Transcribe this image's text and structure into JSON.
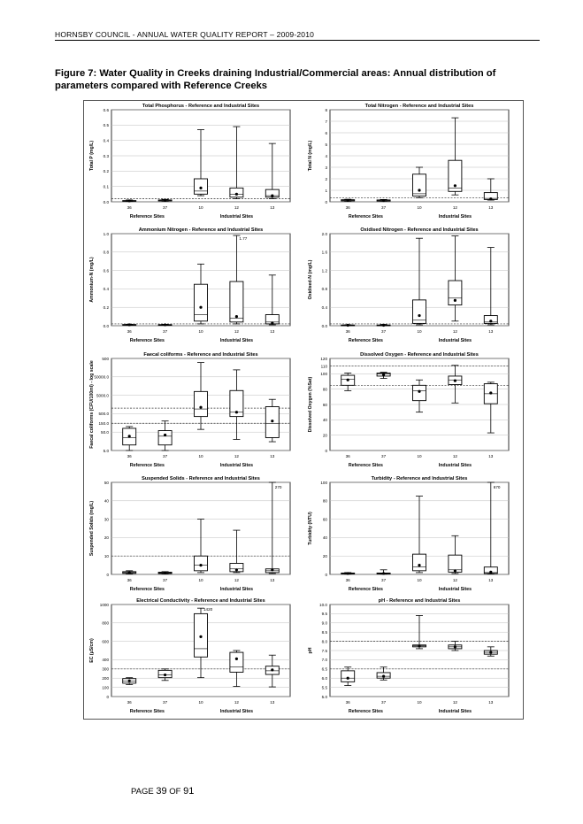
{
  "header": "HORNSBY COUNCIL - ANNUAL WATER QUALITY REPORT – 2009-2010",
  "figure_title": "Figure 7:    Water Quality in Creeks draining Industrial/Commercial areas: Annual distribution of parameters compared with Reference Creeks",
  "footer": {
    "page_word": "PAGE",
    "page_num": "39",
    "of_word": "OF",
    "total": "91"
  },
  "group_labels": {
    "reference": "Reference Sites",
    "industrial": "Industrial Sites"
  },
  "chart_data": [
    {
      "type": "box",
      "title": "Total Phosphorus - Reference and Industrial Sites",
      "ylabel": "Total P (mg/L)",
      "yticks": [
        "0.0",
        "0.1",
        "0.2",
        "0.3",
        "0.4",
        "0.5",
        "0.6"
      ],
      "ylim": [
        0,
        0.6
      ],
      "guidelines": [
        0.02
      ],
      "categories": [
        "36",
        "37",
        "10",
        "12",
        "13"
      ],
      "boxes": [
        {
          "min": 0.002,
          "q1": 0.004,
          "median": 0.006,
          "q3": 0.008,
          "max": 0.012,
          "mean": 0.006
        },
        {
          "min": 0.004,
          "q1": 0.006,
          "median": 0.008,
          "q3": 0.012,
          "max": 0.016,
          "mean": 0.009
        },
        {
          "min": 0.04,
          "q1": 0.05,
          "median": 0.07,
          "q3": 0.15,
          "max": 0.47,
          "mean": 0.09
        },
        {
          "min": 0.02,
          "q1": 0.03,
          "median": 0.05,
          "q3": 0.09,
          "max": 0.49,
          "mean": 0.05
        },
        {
          "min": 0.02,
          "q1": 0.03,
          "median": 0.04,
          "q3": 0.08,
          "max": 0.38,
          "mean": 0.04
        }
      ]
    },
    {
      "type": "box",
      "title": "Total Nitrogen - Reference and Industrial Sites",
      "ylabel": "Total N (mg/L)",
      "yticks": [
        "0",
        "1",
        "2",
        "3",
        "4",
        "5",
        "6",
        "7",
        "8"
      ],
      "ylim": [
        0,
        8
      ],
      "guidelines": [
        0.35
      ],
      "categories": [
        "36",
        "37",
        "10",
        "12",
        "13"
      ],
      "boxes": [
        {
          "min": 0.05,
          "q1": 0.08,
          "median": 0.12,
          "q3": 0.18,
          "max": 0.22,
          "mean": 0.12
        },
        {
          "min": 0.05,
          "q1": 0.07,
          "median": 0.1,
          "q3": 0.16,
          "max": 0.2,
          "mean": 0.11
        },
        {
          "min": 0.35,
          "q1": 0.5,
          "median": 0.7,
          "q3": 2.4,
          "max": 3.0,
          "mean": 1.0
        },
        {
          "min": 0.6,
          "q1": 0.9,
          "median": 1.2,
          "q3": 3.6,
          "max": 7.3,
          "mean": 1.4
        },
        {
          "min": 0.15,
          "q1": 0.2,
          "median": 0.3,
          "q3": 0.8,
          "max": 2.0,
          "mean": 0.25
        }
      ]
    },
    {
      "type": "box",
      "title": "Ammonium Nitrogen - Reference and Industrial Sites",
      "ylabel": "Ammonium-N (mg/L)",
      "yticks": [
        "0.0",
        "0.2",
        "0.4",
        "0.6",
        "0.8",
        "1.0"
      ],
      "ylim": [
        0,
        1.0
      ],
      "guidelines": [
        0.02
      ],
      "annotations": [
        {
          "category": "12",
          "text": "1.77"
        }
      ],
      "categories": [
        "36",
        "37",
        "10",
        "12",
        "13"
      ],
      "boxes": [
        {
          "min": 0.005,
          "q1": 0.007,
          "median": 0.01,
          "q3": 0.013,
          "max": 0.016,
          "mean": 0.01
        },
        {
          "min": 0.005,
          "q1": 0.007,
          "median": 0.01,
          "q3": 0.012,
          "max": 0.015,
          "mean": 0.01
        },
        {
          "min": 0.02,
          "q1": 0.05,
          "median": 0.12,
          "q3": 0.45,
          "max": 0.67,
          "mean": 0.2
        },
        {
          "min": 0.02,
          "q1": 0.04,
          "median": 0.08,
          "q3": 0.48,
          "max": 0.98,
          "mean": 0.1
        },
        {
          "min": 0.01,
          "q1": 0.02,
          "median": 0.04,
          "q3": 0.12,
          "max": 0.55,
          "mean": 0.03
        }
      ]
    },
    {
      "type": "box",
      "title": "Oxidised Nitrogen - Reference and Industrial Sites",
      "ylabel": "Oxidised-N (mg/L)",
      "yticks": [
        "0.0",
        "0.4",
        "0.8",
        "1.2",
        "1.6",
        "2.0"
      ],
      "ylim": [
        0,
        2.0
      ],
      "guidelines": [
        0.04
      ],
      "categories": [
        "36",
        "37",
        "10",
        "12",
        "13"
      ],
      "boxes": [
        {
          "min": 0.0,
          "q1": 0.005,
          "median": 0.01,
          "q3": 0.015,
          "max": 0.02,
          "mean": 0.01
        },
        {
          "min": 0.0,
          "q1": 0.005,
          "median": 0.01,
          "q3": 0.015,
          "max": 0.03,
          "mean": 0.01
        },
        {
          "min": 0.02,
          "q1": 0.05,
          "median": 0.12,
          "q3": 0.56,
          "max": 1.9,
          "mean": 0.22
        },
        {
          "min": 0.1,
          "q1": 0.45,
          "median": 0.6,
          "q3": 0.98,
          "max": 1.95,
          "mean": 0.55
        },
        {
          "min": 0.02,
          "q1": 0.05,
          "median": 0.08,
          "q3": 0.22,
          "max": 1.7,
          "mean": 0.1
        }
      ]
    },
    {
      "type": "box",
      "title": "Faecal coliforms - Reference and Industrial Sites",
      "ylabel": "Faecal coliforms (CFU/100ml) - log scale",
      "yscale": "log",
      "yticks": [
        "5.0",
        "50.0",
        "150.0",
        "500.0",
        "5000.0",
        "50000.0",
        "500"
      ],
      "ylim": [
        5,
        500000
      ],
      "guidelines": [
        150,
        1000
      ],
      "categories": [
        "36",
        "37",
        "10",
        "12",
        "13"
      ],
      "boxes": [
        {
          "min": 5,
          "q1": 10,
          "median": 25,
          "q3": 80,
          "max": 100,
          "mean": 30
        },
        {
          "min": 5,
          "q1": 10,
          "median": 30,
          "q3": 60,
          "max": 200,
          "mean": 35
        },
        {
          "min": 70,
          "q1": 350,
          "median": 900,
          "q3": 8000,
          "max": 300000,
          "mean": 1100
        },
        {
          "min": 20,
          "q1": 350,
          "median": 600,
          "q3": 9000,
          "max": 120000,
          "mean": 600
        },
        {
          "min": 15,
          "q1": 25,
          "median": 150,
          "q3": 1200,
          "max": 3000,
          "mean": 200
        }
      ]
    },
    {
      "type": "box",
      "title": "Dissolved Oxygen - Reference and Industrial Sites",
      "ylabel": "Dissolved Oxygen (%Sat)",
      "yticks": [
        "0",
        "20",
        "40",
        "60",
        "80",
        "100",
        "110",
        "120"
      ],
      "ylim": [
        0,
        120
      ],
      "guidelines": [
        85,
        110
      ],
      "categories": [
        "36",
        "37",
        "10",
        "12",
        "13"
      ],
      "boxes": [
        {
          "min": 78,
          "q1": 85,
          "median": 93,
          "q3": 98,
          "max": 101,
          "mean": 92
        },
        {
          "min": 94,
          "q1": 97,
          "median": 100,
          "q3": 101,
          "max": 102,
          "mean": 99
        },
        {
          "min": 50,
          "q1": 65,
          "median": 78,
          "q3": 85,
          "max": 92,
          "mean": 77
        },
        {
          "min": 62,
          "q1": 86,
          "median": 92,
          "q3": 97,
          "max": 111,
          "mean": 91
        },
        {
          "min": 23,
          "q1": 61,
          "median": 74,
          "q3": 87,
          "max": 89,
          "mean": 75
        }
      ]
    },
    {
      "type": "box",
      "title": "Suspended Solids - Reference and Industrial Sites",
      "ylabel": "Suspended Solids (mg/L)",
      "yticks": [
        "0",
        "10",
        "20",
        "30",
        "40",
        "50"
      ],
      "ylim": [
        0,
        50
      ],
      "guidelines": [
        10
      ],
      "annotations": [
        {
          "category": "13",
          "text": "270"
        }
      ],
      "categories": [
        "36",
        "37",
        "10",
        "12",
        "13"
      ],
      "boxes": [
        {
          "min": 0.3,
          "q1": 0.6,
          "median": 1.0,
          "q3": 1.5,
          "max": 2.0,
          "mean": 1.0
        },
        {
          "min": 0.3,
          "q1": 0.5,
          "median": 0.8,
          "q3": 1.2,
          "max": 1.5,
          "mean": 0.8
        },
        {
          "min": 1.0,
          "q1": 2.0,
          "median": 5.0,
          "q3": 10.0,
          "max": 30.0,
          "mean": 5.0
        },
        {
          "min": 1.0,
          "q1": 1.5,
          "median": 3.0,
          "q3": 6.0,
          "max": 24.0,
          "mean": 2.5
        },
        {
          "min": 0.5,
          "q1": 1.0,
          "median": 2.0,
          "q3": 3.0,
          "max": 50.0,
          "mean": 2.5
        }
      ]
    },
    {
      "type": "box",
      "title": "Turbidity  - Reference and Industrial Sites",
      "ylabel": "Turbidity (NTU)",
      "yticks": [
        "0",
        "20",
        "40",
        "60",
        "80",
        "100"
      ],
      "ylim": [
        0,
        100
      ],
      "guidelines": [],
      "annotations": [
        {
          "category": "13",
          "text": "670"
        }
      ],
      "categories": [
        "36",
        "37",
        "10",
        "12",
        "13"
      ],
      "boxes": [
        {
          "min": 0.3,
          "q1": 0.6,
          "median": 1.0,
          "q3": 1.5,
          "max": 2.0,
          "mean": 1.0
        },
        {
          "min": 0.3,
          "q1": 0.6,
          "median": 1.0,
          "q3": 1.5,
          "max": 5.0,
          "mean": 1.0
        },
        {
          "min": 2.0,
          "q1": 4.0,
          "median": 8.0,
          "q3": 22.0,
          "max": 85.0,
          "mean": 10.0
        },
        {
          "min": 1.0,
          "q1": 2.5,
          "median": 5.0,
          "q3": 21.0,
          "max": 42.0,
          "mean": 4.0
        },
        {
          "min": 0.5,
          "q1": 1.0,
          "median": 2.0,
          "q3": 8.0,
          "max": 100.0,
          "mean": 2.5
        }
      ]
    },
    {
      "type": "box",
      "title": "Electrical Conductivity  - Reference and Industrial Sites",
      "ylabel": "EC (µS/cm)",
      "yticks": [
        "0",
        "100",
        "200",
        "300",
        "400",
        "600",
        "800",
        "1000"
      ],
      "ylim": [
        0,
        1000
      ],
      "guidelines": [
        300
      ],
      "annotations": [
        {
          "category": "10",
          "text": "1420"
        }
      ],
      "categories": [
        "36",
        "37",
        "10",
        "12",
        "13"
      ],
      "boxes": [
        {
          "min": 130,
          "q1": 145,
          "median": 170,
          "q3": 195,
          "max": 205,
          "mean": 170
        },
        {
          "min": 175,
          "q1": 205,
          "median": 235,
          "q3": 285,
          "max": 300,
          "mean": 235
        },
        {
          "min": 205,
          "q1": 430,
          "median": 520,
          "q3": 900,
          "max": 960,
          "mean": 650
        },
        {
          "min": 110,
          "q1": 265,
          "median": 320,
          "q3": 480,
          "max": 500,
          "mean": 410
        },
        {
          "min": 105,
          "q1": 240,
          "median": 280,
          "q3": 330,
          "max": 450,
          "mean": 290
        }
      ]
    },
    {
      "type": "box",
      "title": "pH - Reference and Industrial Sites",
      "ylabel": "pH",
      "yticks": [
        "5.0",
        "5.5",
        "6.0",
        "6.5",
        "7.0",
        "7.5",
        "8.0",
        "8.5",
        "9.0",
        "9.5",
        "10.0"
      ],
      "ylim": [
        5.0,
        10.0
      ],
      "guidelines": [
        6.5,
        8.0
      ],
      "categories": [
        "36",
        "37",
        "10",
        "12",
        "13"
      ],
      "boxes": [
        {
          "min": 5.6,
          "q1": 5.8,
          "median": 6.0,
          "q3": 6.4,
          "max": 6.6,
          "mean": 6.0
        },
        {
          "min": 5.9,
          "q1": 6.0,
          "median": 6.1,
          "q3": 6.3,
          "max": 6.6,
          "mean": 6.1
        },
        {
          "min": 7.6,
          "q1": 7.7,
          "median": 7.75,
          "q3": 7.8,
          "max": 9.4,
          "mean": 7.75
        },
        {
          "min": 7.5,
          "q1": 7.6,
          "median": 7.7,
          "q3": 7.8,
          "max": 8.0,
          "mean": 7.7
        },
        {
          "min": 7.2,
          "q1": 7.3,
          "median": 7.4,
          "q3": 7.5,
          "max": 7.7,
          "mean": 7.4
        }
      ]
    }
  ]
}
